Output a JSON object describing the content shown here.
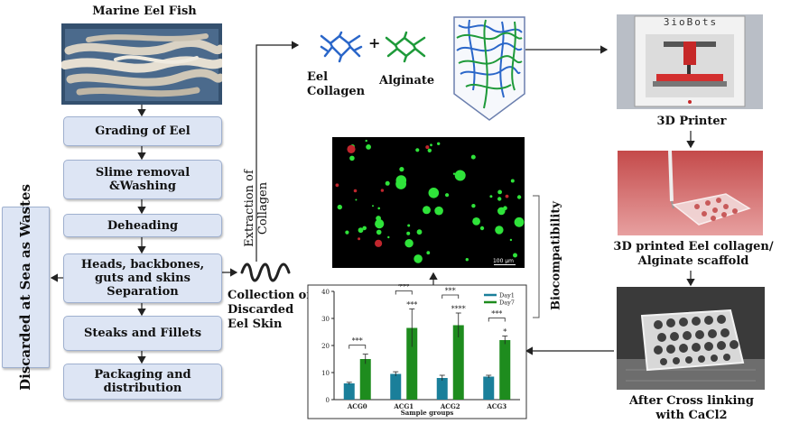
{
  "title": "Marine Eel Fish",
  "process_steps": [
    "Grading of Eel",
    "Slime removal &Washing",
    "Deheading",
    "Heads, backbones, guts and skins Separation",
    "Steaks and Fillets",
    "Packaging and distribution"
  ],
  "discard_label": "Discarded at Sea as Wastes",
  "extraction_label": "Extraction of Collagen",
  "collection_label": "Collection of Discarded Eel Skin",
  "eel_collagen_label": "Eel Collagen",
  "alginate_label": "Alginate",
  "plus_sign": "+",
  "printer_brand": "3ioBots",
  "printer_label": "3D Printer",
  "scaffold_label": "3D printed Eel collagen/ Alginate scaffold",
  "crosslink_label": "After Cross linking with CaCl2",
  "biocompat_label": "Biocompatibility",
  "scale_bar_label": "100 µm",
  "colors": {
    "box_fill": "#dde5f4",
    "box_border": "#9fb0cf",
    "day1": "#1a7f9a",
    "day7": "#1e8c1e",
    "collagen": "#2a66c9",
    "alginate": "#1e9a3a"
  },
  "chart_data": {
    "type": "bar",
    "categories": [
      "ACG0",
      "ACG1",
      "ACG2",
      "ACG3"
    ],
    "series": [
      {
        "name": "Day1",
        "values": [
          6,
          9.5,
          8,
          8.5
        ],
        "errors": [
          0.4,
          0.8,
          1,
          0.5
        ]
      },
      {
        "name": "Day7",
        "values": [
          15,
          26.5,
          27.5,
          22
        ],
        "errors": [
          1.8,
          7,
          4.5,
          1.5
        ]
      }
    ],
    "xlabel": "Sample groups",
    "ylabel": "",
    "ylim": [
      0,
      40
    ],
    "yticks": [
      0,
      10,
      20,
      30,
      40
    ],
    "legend": "top-right",
    "annotations": [
      {
        "category": "ACG0",
        "text": "***",
        "type": "bracket"
      },
      {
        "category": "ACG1",
        "text": "***",
        "type": "bracket"
      },
      {
        "category": "ACG1",
        "text": "***",
        "type": "bar"
      },
      {
        "category": "ACG2",
        "text": "***",
        "type": "bracket"
      },
      {
        "category": "ACG2",
        "text": "****",
        "type": "bar"
      },
      {
        "category": "ACG3",
        "text": "***",
        "type": "bracket"
      },
      {
        "category": "ACG3",
        "text": "*",
        "type": "bar"
      }
    ]
  }
}
